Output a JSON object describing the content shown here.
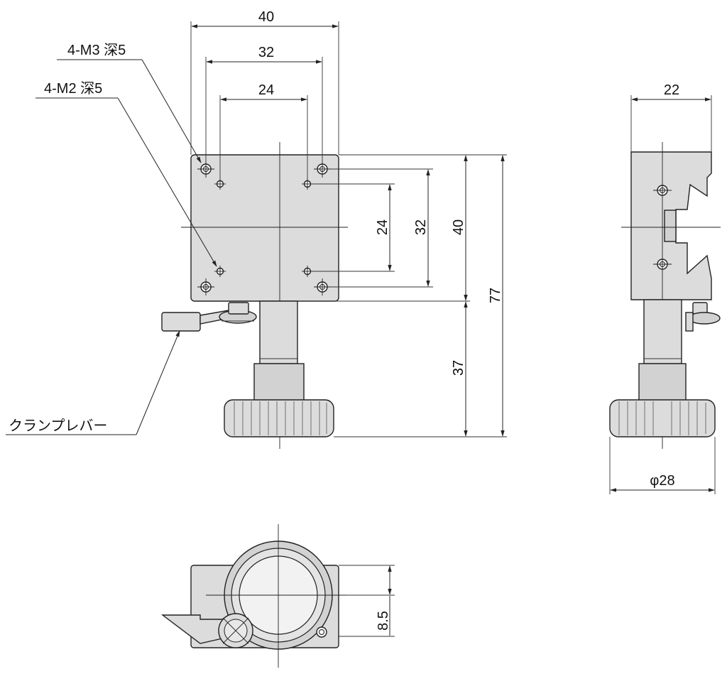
{
  "labels": {
    "hole_m3": "4-M3 深5",
    "hole_m2": "4-M2 深5",
    "clamp_lever": "クランプレバー"
  },
  "dimensions": {
    "top_width_40": "40",
    "top_width_32": "32",
    "top_width_24": "24",
    "vert_24": "24",
    "vert_32": "32",
    "vert_40": "40",
    "total_height": "77",
    "lower_height": "37",
    "side_width": "22",
    "knob_diameter": "φ28",
    "bottom_offset": "8.5"
  },
  "colors": {
    "outline": "#222222",
    "fill": "#dcdcdc",
    "background": "#ffffff"
  }
}
